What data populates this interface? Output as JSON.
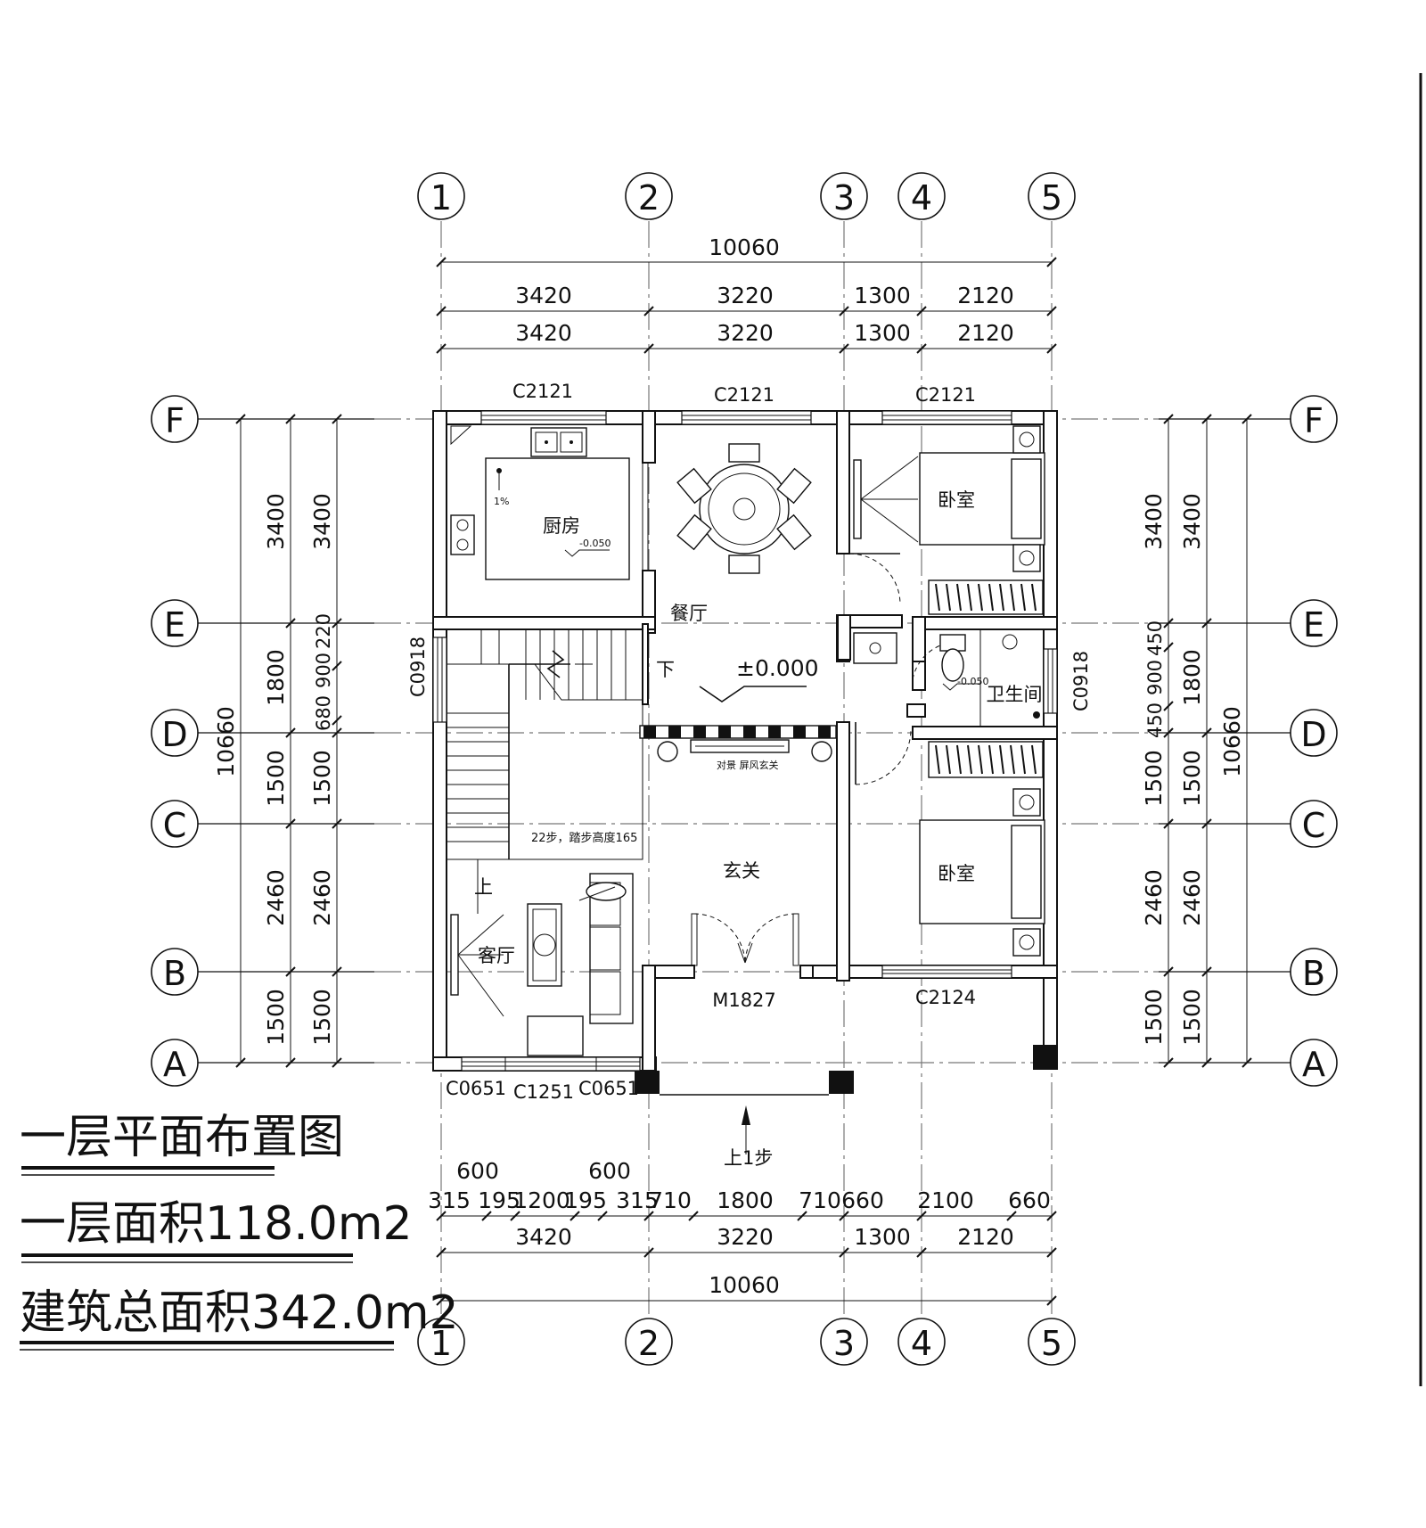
{
  "axes": {
    "columns": [
      "1",
      "2",
      "3",
      "4",
      "5"
    ],
    "rows": [
      "F",
      "E",
      "D",
      "C",
      "B",
      "A"
    ]
  },
  "dims": {
    "top_total": "10060",
    "top_row1": [
      "3420",
      "3220",
      "1300",
      "2120"
    ],
    "top_row2": [
      "3420",
      "3220",
      "1300",
      "2120"
    ],
    "bottom_fine_top": [
      "600",
      "600"
    ],
    "bottom_fine": [
      "315",
      "195",
      "1200",
      "195",
      "315",
      "710",
      "1800",
      "710",
      "660",
      "2100",
      "660"
    ],
    "bottom_mid": [
      "3420",
      "3220",
      "1300",
      "2120"
    ],
    "bottom_total": "10060",
    "left_outer": "10660",
    "left_col1": [
      "3400",
      "1800",
      "1500",
      "2460",
      "1500"
    ],
    "left_col2": [
      "3400",
      "680",
      "900",
      "220",
      "1500",
      "2460",
      "1500"
    ],
    "right_col1": [
      "3400",
      "450",
      "900",
      "450",
      "1500",
      "2460",
      "1500"
    ],
    "right_col2": [
      "3400",
      "1800",
      "1500",
      "2460",
      "1500"
    ],
    "right_outer": "10660"
  },
  "openings": {
    "c2121_a": "C2121",
    "c2121_b": "C2121",
    "c2121_c": "C2121",
    "c0918_left": "C0918",
    "c0918_right": "C0918",
    "m1827": "M1827",
    "c2124": "C2124",
    "c0651_a": "C0651",
    "c1251": "C1251",
    "c0651_b": "C0651"
  },
  "rooms": {
    "kitchen": "厨房",
    "dining": "餐厅",
    "bedroom_top": "卧室",
    "bathroom": "卫生间",
    "entry": "玄关",
    "bedroom_bottom": "卧室",
    "living": "客厅"
  },
  "notes": {
    "elevation": "±0.000",
    "kitchen_level": "-0.050",
    "bath_level": "-0.050",
    "slope": "1%",
    "stair_down": "下",
    "stair_up": "上",
    "stair_info": "22步，踏步高度165",
    "screen_label": "对景  屏风玄关",
    "step_up": "上1步"
  },
  "titles": {
    "plan_title": "一层平面布置图",
    "floor_area": "一层面积118.0m2",
    "total_area": "建筑总面积342.0m2"
  }
}
